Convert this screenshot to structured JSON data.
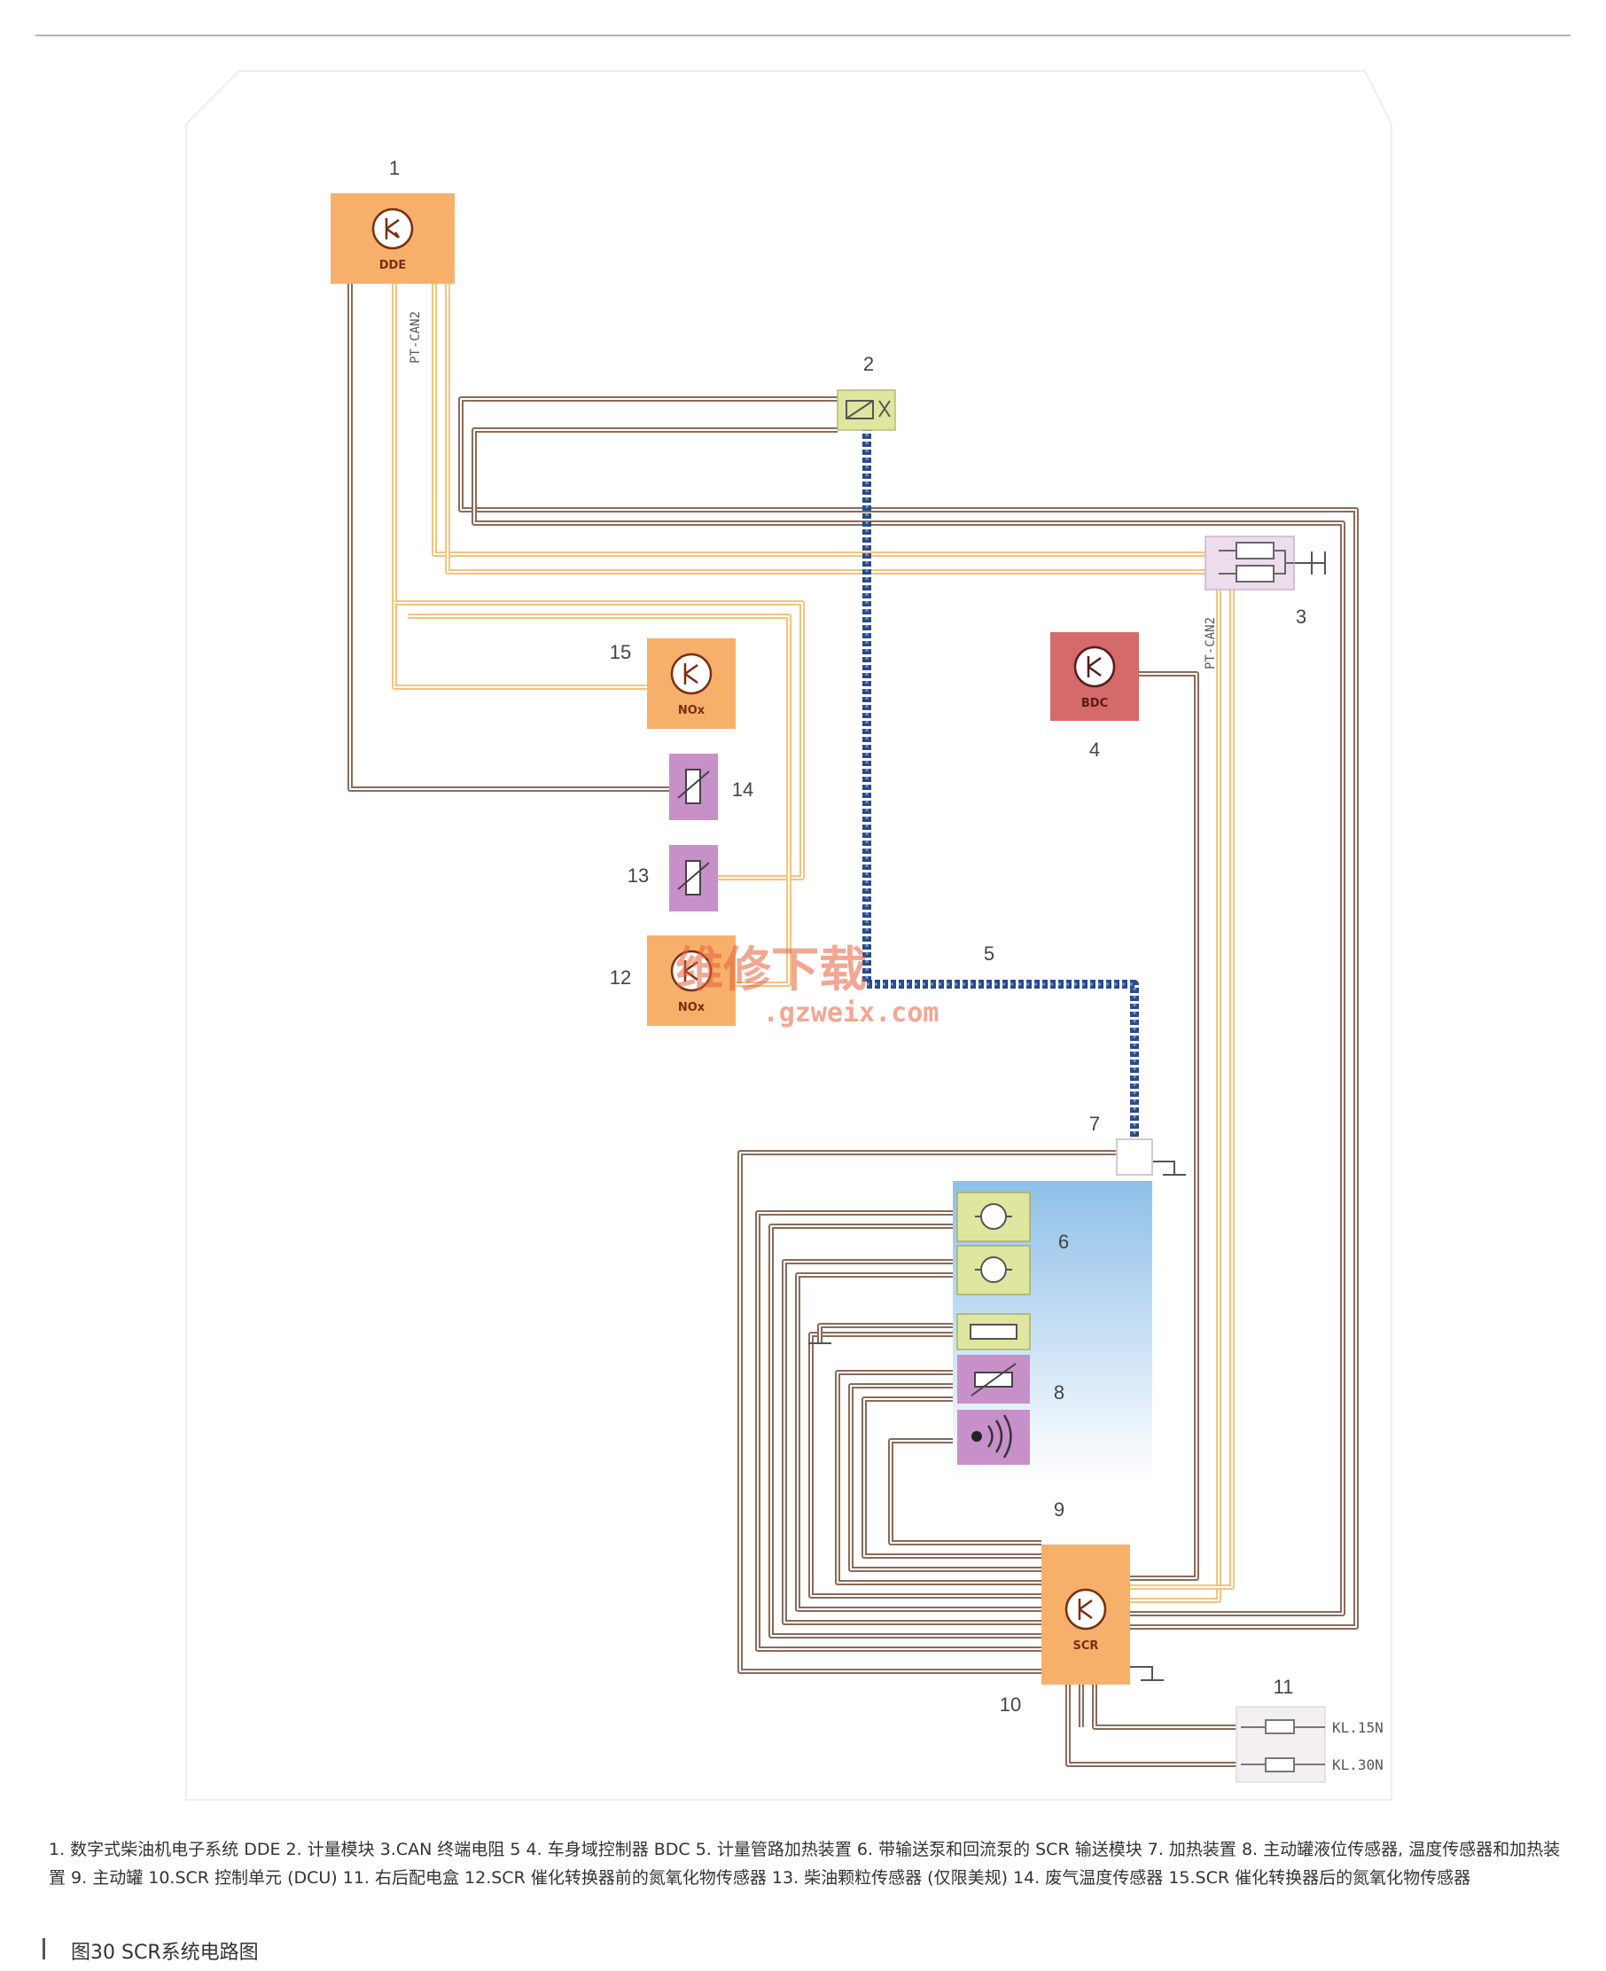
{
  "diagram": {
    "callouts": {
      "n1": "1",
      "n2": "2",
      "n3": "3",
      "n4": "4",
      "n5": "5",
      "n6": "6",
      "n7": "7",
      "n8": "8",
      "n9": "9",
      "n10": "10",
      "n11": "11",
      "n12": "12",
      "n13": "13",
      "n14": "14",
      "n15": "15"
    },
    "modules": {
      "dde": "DDE",
      "bdc": "BDC",
      "nox_after": "NOx",
      "nox_before": "NOx",
      "scr": "SCR"
    },
    "bus_labels": {
      "pt_can2_dde": "PT-CAN2",
      "pt_can2_scr": "PT-CAN2"
    },
    "terminals": {
      "kl15n": "KL.15N",
      "kl30n": "KL.30N"
    },
    "watermark": {
      "line1": "维修下载",
      "line2": ".gzweix.com"
    },
    "colors": {
      "wire_brown": "#8a6a5a",
      "wire_orange": "#f4c47a",
      "heater_blue": "#2a4a8a",
      "module_orange": "#f6b06a",
      "module_red": "#d46a6a",
      "sensor_purple": "#c890c8",
      "pump_green": "#dfe6a0",
      "tank_blue": "#8ec0e8"
    }
  },
  "caption": "1. 数字式柴油机电子系统 DDE  2. 计量模块  3.CAN 终端电阻 5  4. 车身域控制器 BDC  5. 计量管路加热装置  6. 带输送泵和回流泵的 SCR 输送模块  7. 加热装置  8. 主动罐液位传感器, 温度传感器和加热装置  9. 主动罐  10.SCR 控制单元 (DCU)  11. 右后配电盒  12.SCR 催化转换器前的氮氧化物传感器  13. 柴油颗粒传感器 (仅限美规)  14. 废气温度传感器  15.SCR 催化转换器后的氮氧化物传感器",
  "figure_title": "图30   SCR系统电路图"
}
